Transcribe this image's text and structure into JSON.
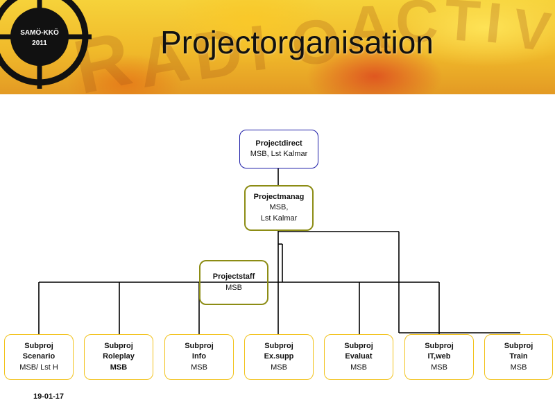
{
  "header": {
    "title": "Projectorganisation",
    "logo_line1": "SAMÖ-KKÖ",
    "logo_line2": "2011",
    "background_letters": [
      "R",
      "A",
      "D",
      "I",
      "O",
      "A",
      "C",
      "T",
      "I",
      "V"
    ]
  },
  "org": {
    "director": {
      "line1": "Projectdirect",
      "line2": "MSB, Lst Kalmar"
    },
    "manager": {
      "line1": "Projectmanag",
      "line2": "MSB,",
      "line3": "Lst Kalmar"
    },
    "staff": {
      "line1": "Projectstaff",
      "line2": "MSB"
    },
    "subprojects": [
      {
        "line1": "Subproj",
        "line2": "Scenario",
        "line3": "MSB/ Lst H"
      },
      {
        "line1": "Subproj",
        "line2": "Roleplay",
        "line3": "MSB"
      },
      {
        "line1": "Subproj",
        "line2": "Info",
        "line3": "MSB"
      },
      {
        "line1": "Subproj",
        "line2": "Ex.supp",
        "line3": "MSB"
      },
      {
        "line1": "Subproj",
        "line2": "Evaluat",
        "line3": "MSB"
      },
      {
        "line1": "Subproj",
        "line2": "IT,web",
        "line3": "MSB"
      },
      {
        "line1": "Subproj",
        "line2": "Train",
        "line3": "MSB"
      }
    ]
  },
  "footer": {
    "date": "19-01-17"
  },
  "colors": {
    "director_border": "#1a1aa6",
    "manager_border": "#8c8c14",
    "subproject_border": "#f2c21a",
    "logo_ring": "#111111",
    "banner_yellow": "#f6d23a"
  }
}
